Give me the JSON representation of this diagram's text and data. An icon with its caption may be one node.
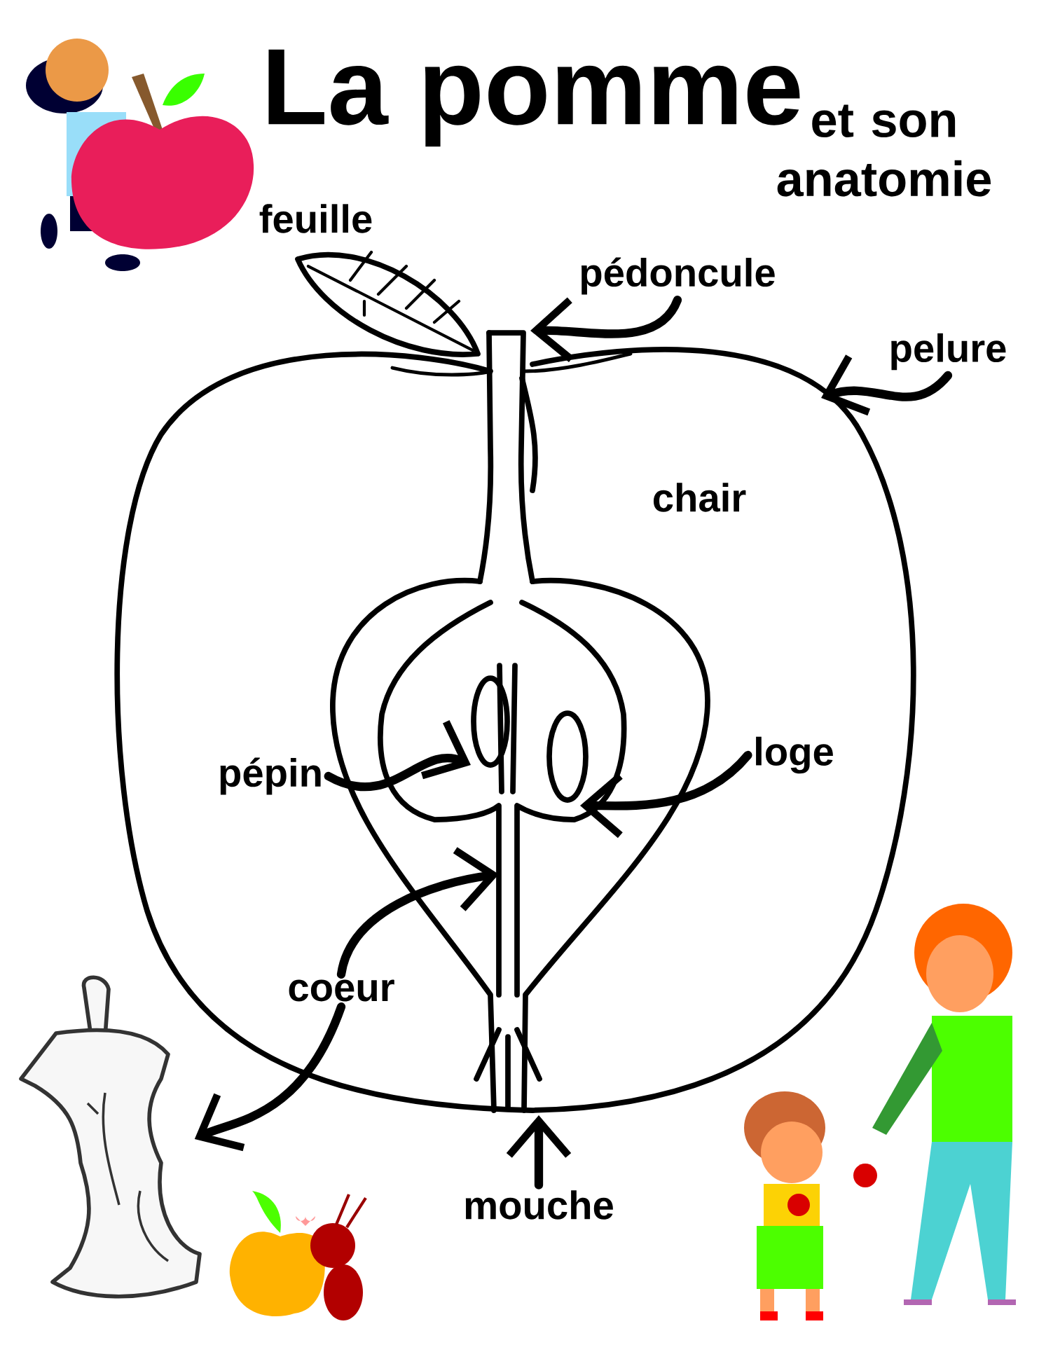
{
  "diagram": {
    "title": "La pomme",
    "nodes": [
      {
        "text": [
          "pédoncule"
        ]
      },
      {
        "text": [
          "pelure"
        ]
      },
      {
        "text": [
          "pépin"
        ]
      },
      {
        "text": [
          "loge"
        ]
      },
      {
        "text": [
          "coeur"
        ]
      },
      {
        "text": [
          "mouche"
        ]
      },
      {
        "text": [],
        "shape": "picture"
      }
    ],
    "edges": [
      {
        "from": 0,
        "to": null,
        "arrow": "to"
      },
      {
        "from": 1,
        "to": null,
        "arrow": "to"
      },
      {
        "from": 2,
        "to": null,
        "arrow": "to"
      },
      {
        "from": 3,
        "to": null,
        "arrow": "to"
      },
      {
        "from": 4,
        "to": null,
        "arrow": "to"
      },
      {
        "from": 4,
        "to": 6,
        "arrow": "to"
      },
      {
        "from": 5,
        "to": null,
        "arrow": "to"
      }
    ],
    "labels": [
      "et son anatomie",
      "feuille",
      "chair"
    ]
  }
}
